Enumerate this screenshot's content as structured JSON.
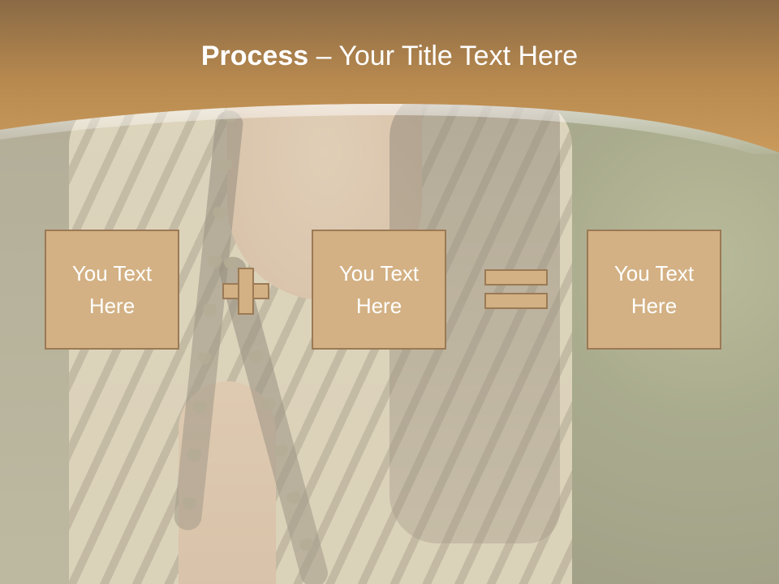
{
  "slide": {
    "title_bold": "Process",
    "title_rest": " – Your Title Text Here"
  },
  "process": {
    "boxes": [
      {
        "text": "You Text\nHere"
      },
      {
        "text": "You Text\nHere"
      },
      {
        "text": "You Text\nHere"
      }
    ],
    "operators": [
      "plus-icon",
      "equals-icon"
    ]
  },
  "colors": {
    "header": "#b98a4f",
    "box_fill": "#d3b184",
    "box_border": "#9b7a55",
    "text": "#ffffff"
  }
}
